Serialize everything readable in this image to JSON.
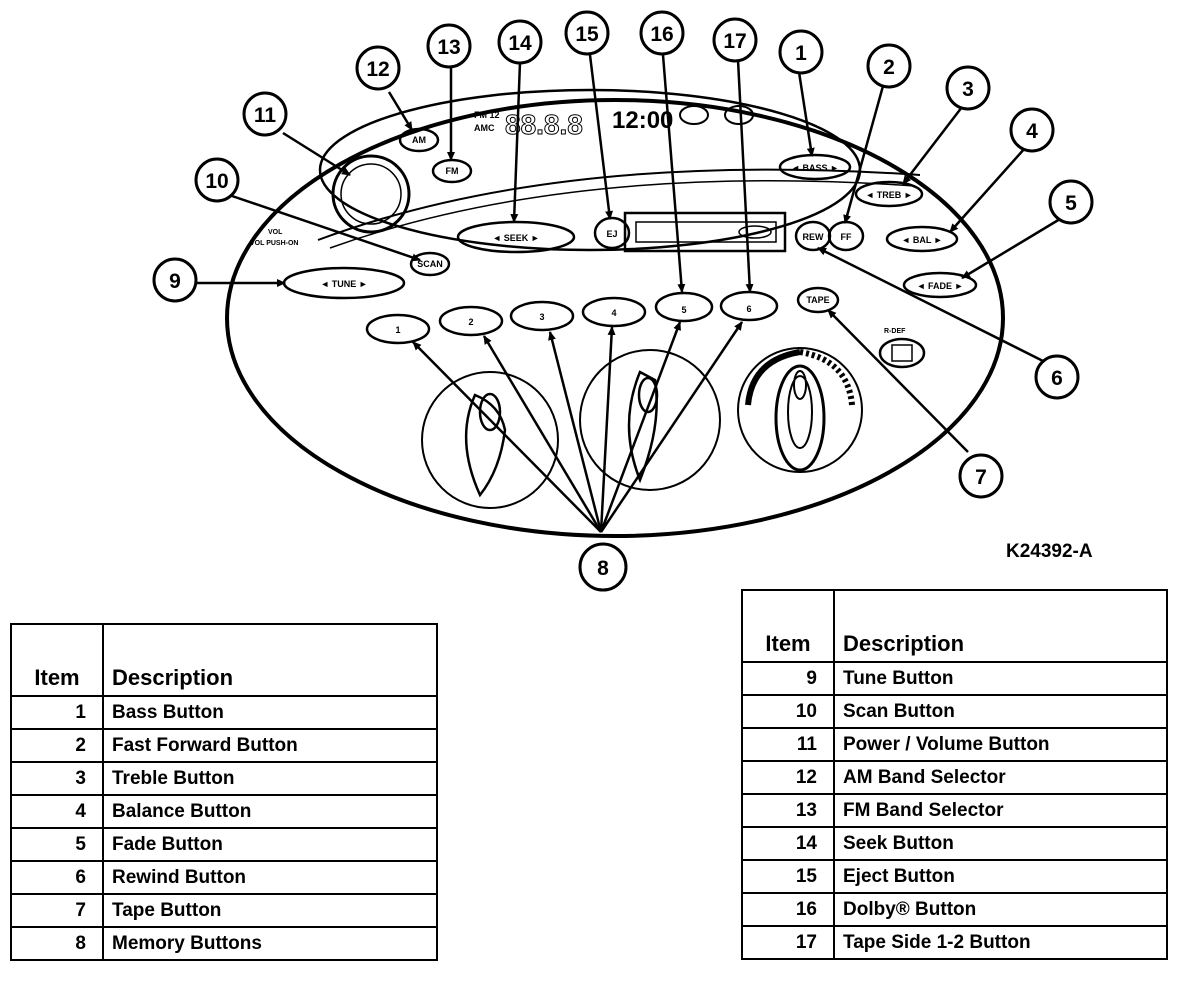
{
  "figure_id": "K24392-A",
  "callouts": [
    "1",
    "2",
    "3",
    "4",
    "5",
    "6",
    "7",
    "8",
    "9",
    "10",
    "11",
    "12",
    "13",
    "14",
    "15",
    "16",
    "17"
  ],
  "panel": {
    "display_clock": "12:00",
    "display_left_top": "FM 12",
    "display_left_bottom": "AMC",
    "display_freq": "88.8.8",
    "buttons": {
      "am": "AM",
      "fm": "FM",
      "seek": "◄ SEEK ►",
      "eject": "EJ",
      "bass": "◄ BASS ►",
      "treble": "◄ TREB ►",
      "rewind": "REW",
      "fast_forward": "FF",
      "balance": "◄ BAL ►",
      "fade": "◄ FADE ►",
      "scan": "SCAN",
      "tune": "◄ TUNE ►",
      "tape": "TAPE",
      "memory": [
        "1",
        "2",
        "3",
        "4",
        "5",
        "6"
      ],
      "vol_label": "VOL PUSH-ON",
      "rdef_label": "R-DEF"
    }
  },
  "tables": {
    "header_item": "Item",
    "header_description": "Description",
    "left_rows": [
      {
        "item": "1",
        "description": "Bass Button"
      },
      {
        "item": "2",
        "description": "Fast Forward Button"
      },
      {
        "item": "3",
        "description": "Treble Button"
      },
      {
        "item": "4",
        "description": "Balance Button"
      },
      {
        "item": "5",
        "description": "Fade Button"
      },
      {
        "item": "6",
        "description": "Rewind Button"
      },
      {
        "item": "7",
        "description": "Tape Button"
      },
      {
        "item": "8",
        "description": "Memory Buttons"
      }
    ],
    "right_rows": [
      {
        "item": "9",
        "description": "Tune Button"
      },
      {
        "item": "10",
        "description": "Scan Button"
      },
      {
        "item": "11",
        "description": "Power / Volume Button"
      },
      {
        "item": "12",
        "description": "AM Band Selector"
      },
      {
        "item": "13",
        "description": "FM Band Selector"
      },
      {
        "item": "14",
        "description": "Seek Button"
      },
      {
        "item": "15",
        "description": "Eject Button"
      },
      {
        "item": "16",
        "description": "Dolby® Button"
      },
      {
        "item": "17",
        "description": "Tape Side 1-2 Button"
      }
    ]
  }
}
